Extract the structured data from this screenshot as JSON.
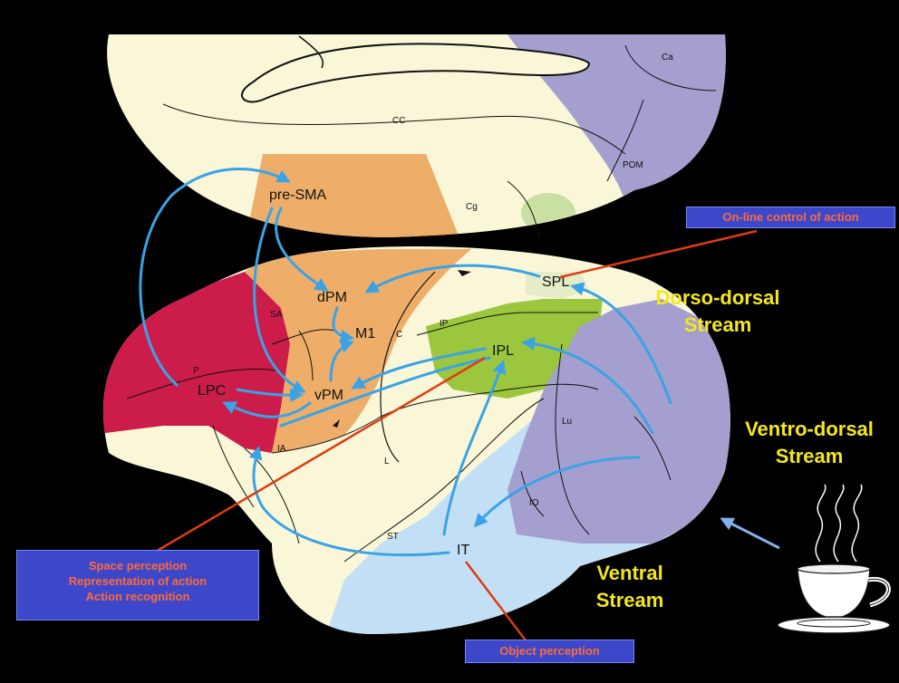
{
  "colors": {
    "background": "#000000",
    "cortex_base": "#f9f7d8",
    "premotor": "#eeae6a",
    "prefrontal": "#cc1c4a",
    "parietal_lobule": "#9bc63d",
    "occipital": "#a59fcf",
    "temporal_ventral": "#c3dff5",
    "arrow": "#3aa3e6",
    "stream_label": "#f5e71b",
    "callout_box": "#3d47c9",
    "callout_text": "#ff6a3a",
    "callout_line": "#e03b10"
  },
  "medial_view": {
    "labels": {
      "cc": "CC",
      "ca": "Ca",
      "pom": "POM",
      "cg": "Cg",
      "pre_sma": "pre-SMA"
    }
  },
  "lateral_view": {
    "labels": {
      "dpm": "dPM",
      "m1": "M1",
      "vpm": "vPM",
      "lpc": "LPC",
      "sa": "SA",
      "p": "P",
      "ia": "IA",
      "c": "C",
      "ip": "IP",
      "ipl": "IPL",
      "spl": "SPL",
      "l": "L",
      "lu": "Lu",
      "io": "IO",
      "st": "ST",
      "it": "IT"
    }
  },
  "streams": {
    "dorso_dorsal": [
      "Dorso-dorsal",
      "Stream"
    ],
    "ventro_dorsal": [
      "Ventro-dorsal",
      "Stream"
    ],
    "ventral": [
      "Ventral",
      "Stream"
    ]
  },
  "callouts": {
    "online_control": "On-line control of action",
    "space_perception": [
      "Space perception",
      "Representation of action",
      "Action recognition"
    ],
    "object_perception": "Object perception"
  },
  "icons": {
    "coffee_cup": "coffee-cup-icon"
  }
}
